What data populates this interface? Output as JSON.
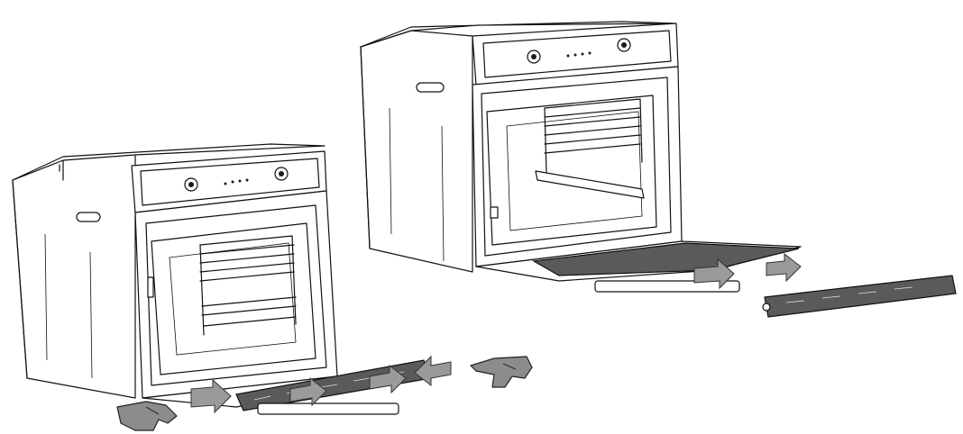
{
  "figure": {
    "panels": [
      {
        "name": "oven-left",
        "state": "door opened, glass strip being slid out"
      },
      {
        "name": "oven-right",
        "state": "door lowered, inner glass pulled out"
      }
    ],
    "colors": {
      "line": "#111111",
      "arrow": "#9a9a9a",
      "hand": "#8c8c8c",
      "glass": "#5a5a5a"
    },
    "icons": [
      "pull-arrow-icon",
      "hand-icon",
      "knob-icon"
    ]
  }
}
